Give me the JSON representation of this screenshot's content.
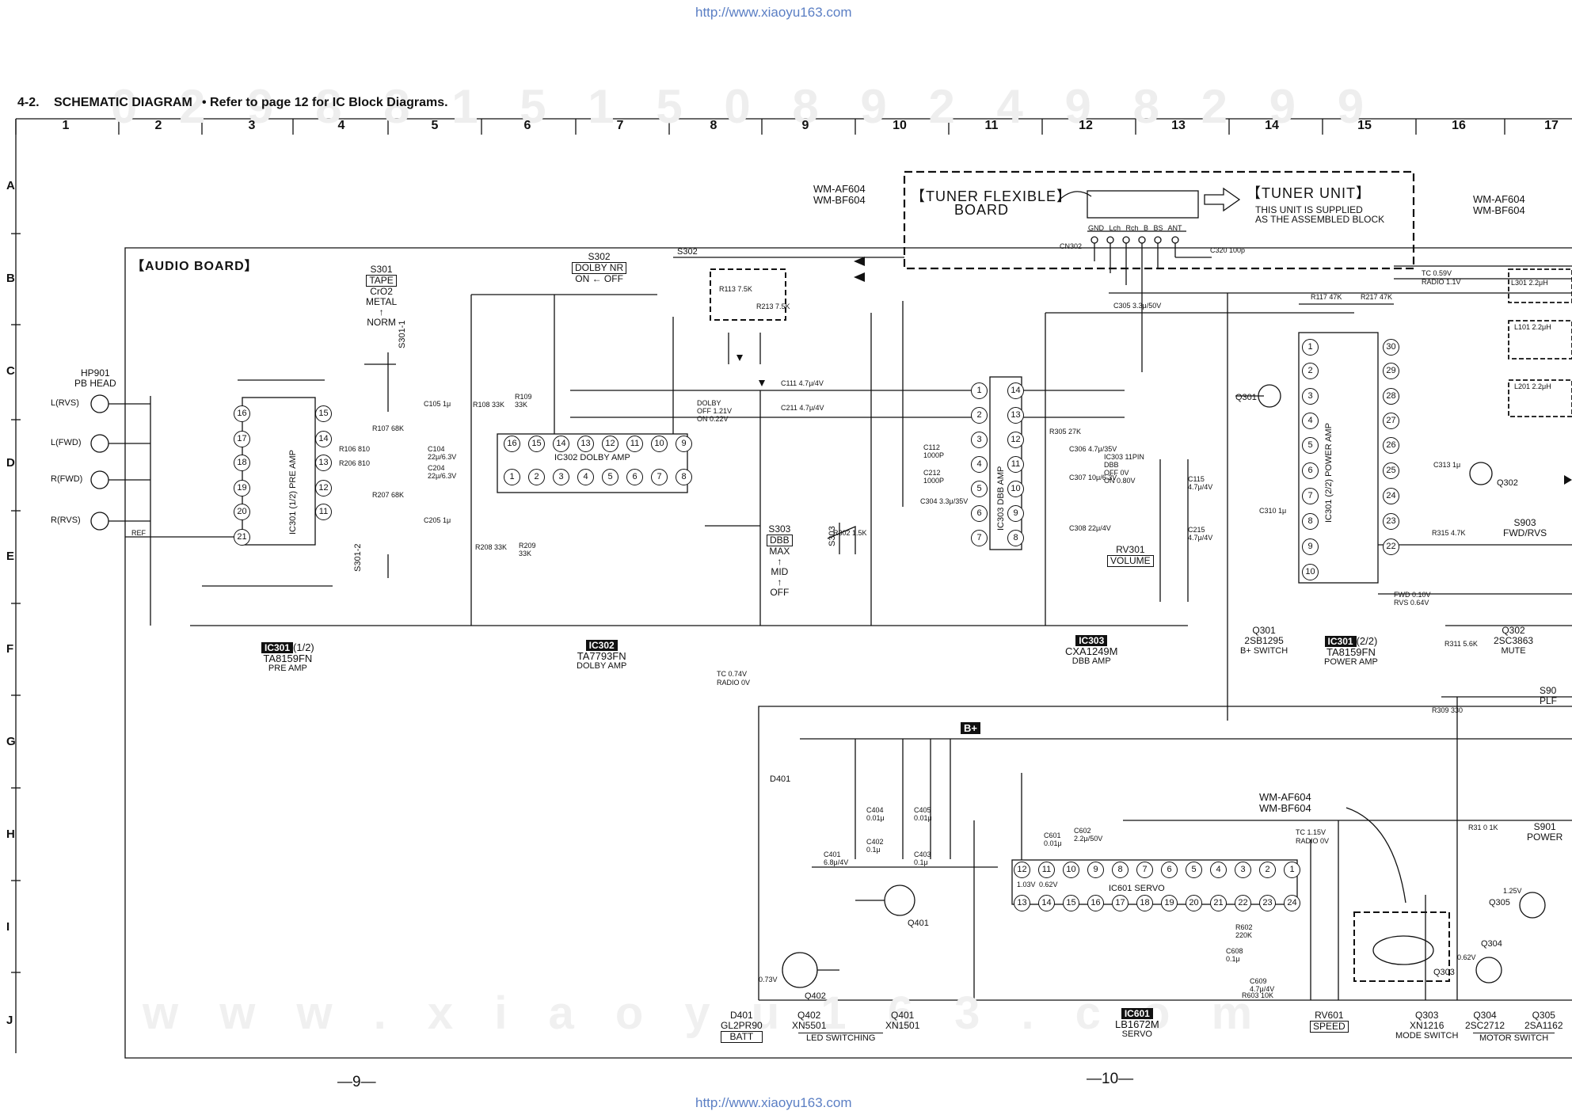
{
  "url_top": "http://www.xiaoyu163.com",
  "url_bottom": "http://www.xiaoyu163.com",
  "watermark_row1": "0 2 9 8 8 1 5 1 5 0 8 9 2 4 9 8 2 9 9",
  "watermark_row2": "w w w . x i a o y u 1 6 3 . c o m",
  "section": "4-2.",
  "title": "SCHEMATIC DIAGRAM",
  "note": "• Refer to page 12 for IC Block Diagrams.",
  "columns": [
    "1",
    "2",
    "3",
    "4",
    "5",
    "6",
    "7",
    "8",
    "9",
    "10",
    "11",
    "12",
    "13",
    "14",
    "15",
    "16",
    "17"
  ],
  "rows": [
    "A",
    "B",
    "C",
    "D",
    "E",
    "F",
    "G",
    "H",
    "I",
    "J"
  ],
  "audio_board": "【AUDIO BOARD】",
  "tuner_flex_1": "【TUNER FLEXIBLE】",
  "tuner_flex_2": "BOARD",
  "tuner_unit_1": "【TUNER UNIT】",
  "tuner_unit_2": "THIS UNIT IS SUPPLIED",
  "tuner_unit_3": "AS THE ASSEMBLED BLOCK",
  "model_1": "WM-AF604",
  "model_2": "WM-BF604",
  "cn302": "CN302",
  "cn302_pins": "GND Lch Rch B BS ANT",
  "c320": "C320 100p",
  "hp901_1": "HP901",
  "hp901_2": "PB HEAD",
  "head_pins": [
    "L(RVS)",
    "L(FWD)",
    "R(FWD)",
    "R(RVS)"
  ],
  "ref": "REF",
  "s301": "S301",
  "s301_tape": "TAPE",
  "s301_pos": [
    "CrO2",
    "METAL",
    "NORM"
  ],
  "s301_1": "S301-1",
  "s301_2": "S301-2",
  "s302": "S302",
  "s302_dolby": "DOLBY NR",
  "s302_pos": "ON ← OFF",
  "s302b": "S302",
  "s303": "S303",
  "s303_dbb": "DBB",
  "s303_pos": [
    "MAX",
    "MID",
    "OFF"
  ],
  "rv301": "RV301",
  "rv301_name": "VOLUME",
  "dolby_note": [
    "DOLBY",
    "OFF 1.21V",
    "ON 0.22V"
  ],
  "ic_parts": [
    {
      "ref": "IC301",
      "sub": "(1/2)",
      "part": "TA8159FN",
      "desc": "PRE AMP"
    },
    {
      "ref": "IC302",
      "sub": "",
      "part": "TA7793FN",
      "desc": "DOLBY AMP"
    },
    {
      "ref": "IC303",
      "sub": "",
      "part": "CXA1249M",
      "desc": "DBB AMP"
    },
    {
      "ref": "IC301",
      "sub": "(2/2)",
      "part": "TA8159FN",
      "desc": "POWER AMP"
    },
    {
      "ref": "IC601",
      "sub": "",
      "part": "LB1672M",
      "desc": "SERVO"
    }
  ],
  "ic_body": [
    "IC301 (1/2) PRE AMP",
    "IC302 DOLBY AMP",
    "IC303 DBB AMP",
    "IC301 (2/2) POWER AMP",
    "IC601 SERVO"
  ],
  "q301": [
    "Q301",
    "2SB1295",
    "B+ SWITCH"
  ],
  "q302": [
    "Q302",
    "2SC3863",
    "MUTE"
  ],
  "q302_sym": "Q302",
  "q301_sym": "Q301",
  "s903": [
    "S903",
    "FWD/RVS"
  ],
  "s901": [
    "S901",
    "POWER"
  ],
  "s90x": [
    "S90",
    "PLF"
  ],
  "bplus": "B+",
  "tc_radio_1": [
    "TC 0.74V",
    "RADIO 0V"
  ],
  "tc_radio_2": [
    "TC 0.59V",
    "RADIO 1.1V"
  ],
  "tc_radio_3": [
    "TC 1.15V",
    "RADIO 0V"
  ],
  "d401": [
    "D401",
    "GL2PR90"
  ],
  "batt": "BATT",
  "q402": [
    "Q402",
    "XN5501"
  ],
  "q401": [
    "Q401",
    "XN1501"
  ],
  "led_switching": "LED SWITCHING",
  "rv601": "RV601",
  "speed": "SPEED",
  "q303": [
    "Q303",
    "XN1216",
    "MODE SWITCH"
  ],
  "q304": [
    "Q304",
    "2SC2712"
  ],
  "q305": [
    "Q305",
    "2SA1162"
  ],
  "motor_switch": "MOTOR SWITCH",
  "d401_sym": "D401",
  "q401_sym": "Q401",
  "q402_sym": "Q402",
  "q303_sym": "Q303",
  "q304_sym": "Q304",
  "q305_sym": "Q305",
  "l301": "L301 2.2μH",
  "l101": "L101 2.2μH",
  "l201": "L201 2.2μH",
  "r117": "R117 47K",
  "r217": "R217 47K",
  "c305": "C305 3.3μ/50V",
  "c313": "C313 1μ",
  "r315": "R315 4.7K",
  "r311": "R311 5.6K",
  "r309": "R309 330",
  "r310": "R31 0 1K",
  "c105": "C105 1μ",
  "c205": "C205 1μ",
  "c111": "C111 4.7μ/4V",
  "c211": "C211 4.7μ/4V",
  "r305": "R305 27K",
  "r302": "R302 1.5K",
  "c304": "C304 3.3μ/35V",
  "c306": "C306 4.7μ/35V",
  "c307": "C307 10μ/6.3V",
  "c308": "C308 22μ/4V",
  "c310": "C310 1μ",
  "ic303_pin11": [
    "IC303 11PIN",
    "DBB",
    "OFF 0V",
    "ON 0.80V"
  ],
  "fwd_rvs": [
    "FWD 0.10V",
    "RVS 0.64V"
  ],
  "r107": "R107 68K",
  "r207": "R207 68K",
  "r106": "R106 810",
  "r206": "R206 810",
  "c104": [
    "C104",
    "22μ/6.3V"
  ],
  "c204": [
    "C204",
    "22μ/6.3V"
  ],
  "r108": "R108 33K",
  "r208": "R208 33K",
  "r109": [
    "R109",
    "33K"
  ],
  "r209": [
    "R209",
    "33K"
  ],
  "r113": "R113 7.5K",
  "r213": "R213 7.5K",
  "c112": [
    "C112",
    "1000P"
  ],
  "c212": [
    "C212",
    "1000P"
  ],
  "c115": [
    "C115",
    "4.7μ/4V"
  ],
  "c215": [
    "C215",
    "4.7μ/4V"
  ],
  "r602": [
    "R602",
    "220K"
  ],
  "r603": "R603 10K",
  "c608": [
    "C608",
    "0.1μ"
  ],
  "c609": [
    "C609",
    "4.7μ/4V"
  ],
  "c601": [
    "C601",
    "0.01μ"
  ],
  "c602": [
    "C602",
    "2.2μ/50V"
  ],
  "c401": [
    "C401",
    "6.8μ/4V"
  ],
  "c402": [
    "C402",
    "0.1μ"
  ],
  "c403": [
    "C403",
    "0.1μ"
  ],
  "c404": [
    "C404",
    "0.01μ"
  ],
  "c405": [
    "C405",
    "0.01μ"
  ],
  "v_ic601": [
    "1.03V",
    "0.62V"
  ],
  "page_left": "—9—",
  "page_right": "—10—",
  "v_073": "0.73V",
  "v_062": "0.62V",
  "v_125": "1.25V"
}
